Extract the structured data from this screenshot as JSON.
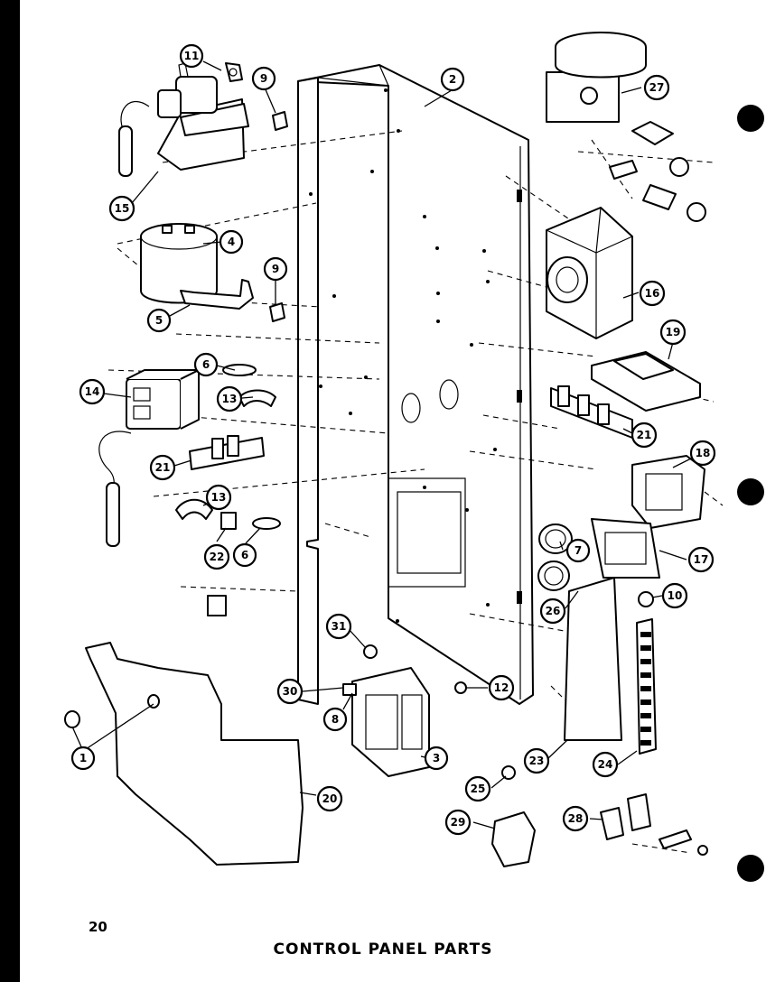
{
  "page": {
    "number": "20",
    "caption": "CONTROL PANEL PARTS"
  },
  "callouts": [
    {
      "id": "11",
      "label": "11"
    },
    {
      "id": "9a",
      "label": "9"
    },
    {
      "id": "2",
      "label": "2"
    },
    {
      "id": "27",
      "label": "27"
    },
    {
      "id": "15",
      "label": "15"
    },
    {
      "id": "4",
      "label": "4"
    },
    {
      "id": "9b",
      "label": "9"
    },
    {
      "id": "5",
      "label": "5"
    },
    {
      "id": "16",
      "label": "16"
    },
    {
      "id": "19",
      "label": "19"
    },
    {
      "id": "6a",
      "label": "6"
    },
    {
      "id": "14",
      "label": "14"
    },
    {
      "id": "13a",
      "label": "13"
    },
    {
      "id": "21a",
      "label": "21"
    },
    {
      "id": "21b",
      "label": "21"
    },
    {
      "id": "18",
      "label": "18"
    },
    {
      "id": "13b",
      "label": "13"
    },
    {
      "id": "22",
      "label": "22"
    },
    {
      "id": "6b",
      "label": "6"
    },
    {
      "id": "7",
      "label": "7"
    },
    {
      "id": "17",
      "label": "17"
    },
    {
      "id": "26",
      "label": "26"
    },
    {
      "id": "10",
      "label": "10"
    },
    {
      "id": "31",
      "label": "31"
    },
    {
      "id": "30",
      "label": "30"
    },
    {
      "id": "12",
      "label": "12"
    },
    {
      "id": "8",
      "label": "8"
    },
    {
      "id": "1",
      "label": "1"
    },
    {
      "id": "3",
      "label": "3"
    },
    {
      "id": "23",
      "label": "23"
    },
    {
      "id": "24",
      "label": "24"
    },
    {
      "id": "25",
      "label": "25"
    },
    {
      "id": "20",
      "label": "20"
    },
    {
      "id": "29",
      "label": "29"
    },
    {
      "id": "28",
      "label": "28"
    }
  ]
}
